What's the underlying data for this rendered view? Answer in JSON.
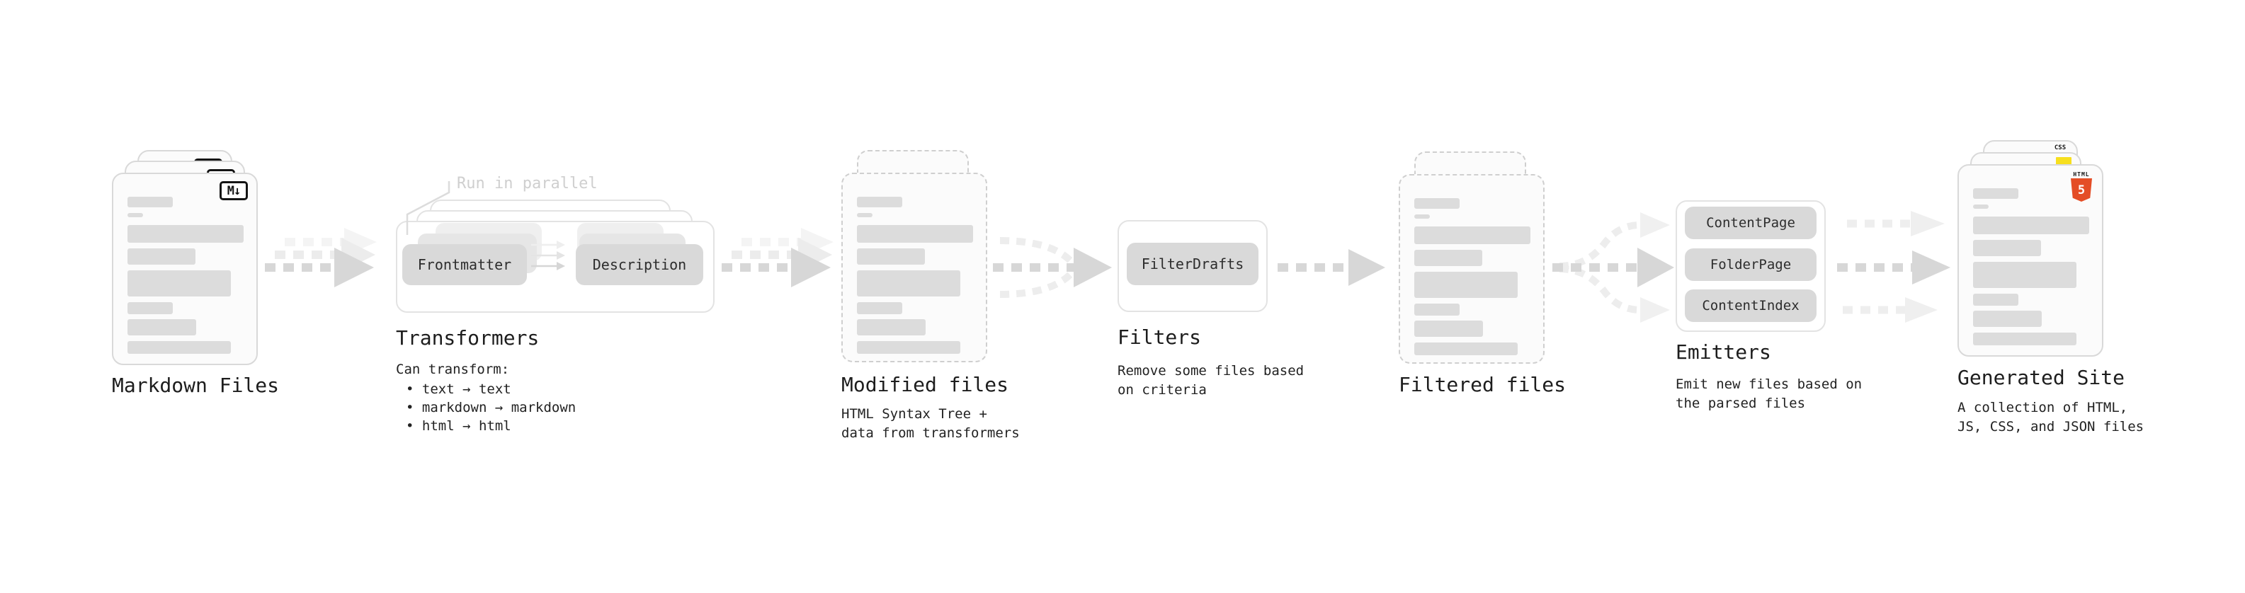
{
  "stages": {
    "markdown_files": {
      "label": "Markdown Files",
      "file_badge": "M↓"
    },
    "transformers": {
      "label": "Transformers",
      "note": "Run in parallel",
      "pill_from": "Frontmatter",
      "pill_to": "Description",
      "intro": "Can transform:",
      "bullets": [
        "• text → text",
        "• markdown → markdown",
        "• html → html"
      ]
    },
    "modified_files": {
      "label": "Modified files",
      "caption": "HTML Syntax Tree +\ndata from transformers"
    },
    "filters": {
      "label": "Filters",
      "pill": "FilterDrafts",
      "caption": "Remove some files based\non criteria"
    },
    "filtered_files": {
      "label": "Filtered files"
    },
    "emitters": {
      "label": "Emitters",
      "pills": [
        "ContentPage",
        "FolderPage",
        "ContentIndex"
      ],
      "caption": "Emit new files based on\nthe parsed files"
    },
    "generated_site": {
      "label": "Generated Site",
      "caption": "A collection of HTML,\nJS, CSS, and JSON files",
      "css_badge": "CSS",
      "html_badge_text": "HTML",
      "html_badge_number": "5"
    }
  },
  "colors": {
    "html5_orange": "#e44d26",
    "js_yellow": "#f7df1e",
    "css_blue": "#2b64f6"
  }
}
